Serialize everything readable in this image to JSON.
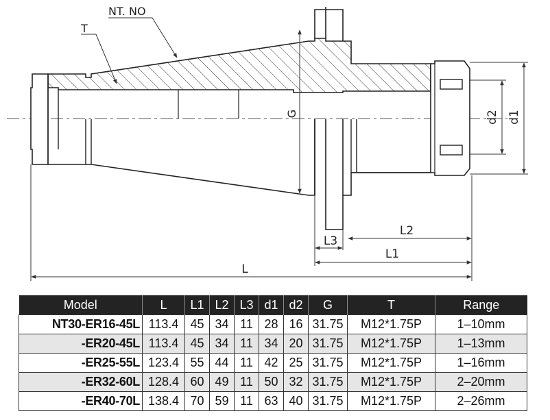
{
  "drawing": {
    "labels": {
      "nt_no": "NT. NO",
      "t": "T",
      "g": "G",
      "d2": "d2",
      "d1": "d1",
      "l": "L",
      "l1": "L1",
      "l2": "L2",
      "l3": "L3"
    }
  },
  "table": {
    "headers": [
      "Model",
      "L",
      "L1",
      "L2",
      "L3",
      "d1",
      "d2",
      "G",
      "T",
      "Range"
    ],
    "rows": [
      {
        "model": "NT30-ER16-45L",
        "l": "113.4",
        "l1": "45",
        "l2": "34",
        "l3": "11",
        "d1": "28",
        "d2": "16",
        "g": "31.75",
        "t": "M12*1.75P",
        "range": "1–10mm"
      },
      {
        "model": "-ER20-45L",
        "l": "113.4",
        "l1": "45",
        "l2": "34",
        "l3": "11",
        "d1": "34",
        "d2": "20",
        "g": "31.75",
        "t": "M12*1.75P",
        "range": "1–13mm"
      },
      {
        "model": "-ER25-55L",
        "l": "123.4",
        "l1": "55",
        "l2": "44",
        "l3": "11",
        "d1": "42",
        "d2": "25",
        "g": "31.75",
        "t": "M12*1.75P",
        "range": "1–16mm"
      },
      {
        "model": "-ER32-60L",
        "l": "128.4",
        "l1": "60",
        "l2": "49",
        "l3": "11",
        "d1": "50",
        "d2": "32",
        "g": "31.75",
        "t": "M12*1.75P",
        "range": "2–20mm"
      },
      {
        "model": "-ER40-70L",
        "l": "138.4",
        "l1": "70",
        "l2": "59",
        "l3": "11",
        "d1": "63",
        "d2": "40",
        "g": "31.75",
        "t": "M12*1.75P",
        "range": "2–26mm"
      }
    ]
  }
}
